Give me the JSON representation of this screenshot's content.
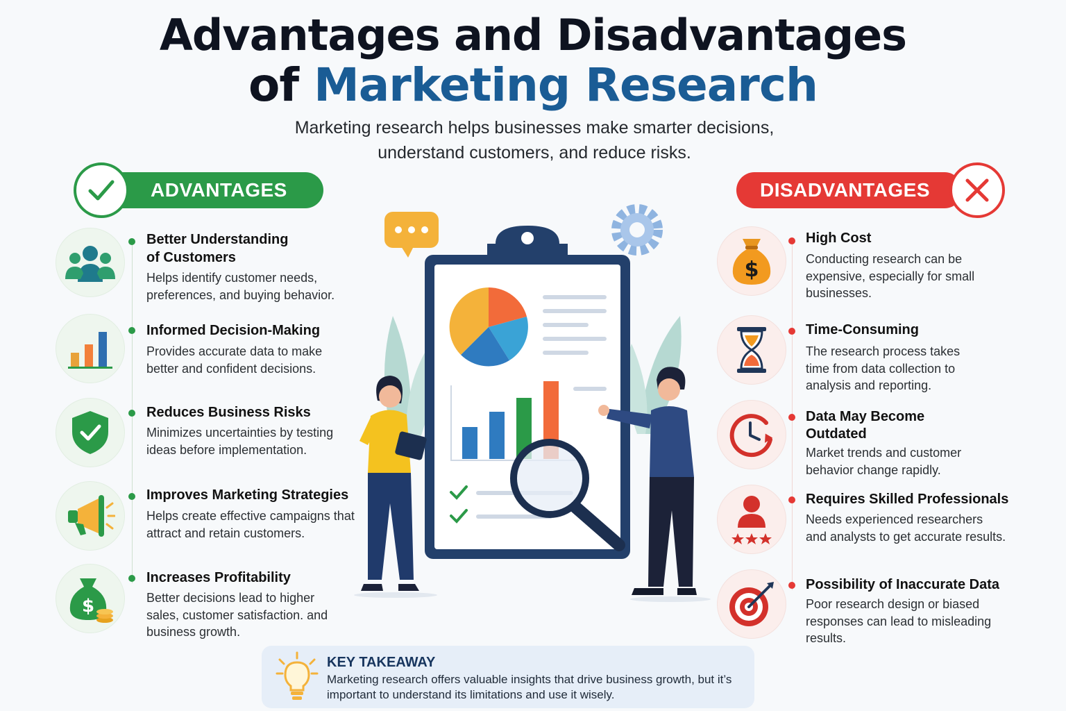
{
  "header": {
    "title_line1": "Advantages and Disadvantages",
    "title_line2_prefix": "of ",
    "title_line2_highlight": "Marketing Research",
    "subtitle_line1": "Marketing research helps businesses make smarter decisions,",
    "subtitle_line2": "understand customers, and reduce risks."
  },
  "advantages": {
    "heading": "ADVANTAGES",
    "icon": "check-icon",
    "items": [
      {
        "title": "Better Understanding",
        "title2": "of Customers",
        "text": "Helps identify customer needs, preferences, and buying behavior.",
        "icon": "customers-group-icon"
      },
      {
        "title": "Informed Decision-Making",
        "text": "Provides accurate data to make better and confident decisions.",
        "icon": "bar-chart-icon"
      },
      {
        "title": "Reduces Business Risks",
        "text": "Minimizes uncertainties by testing ideas before implementation.",
        "icon": "shield-check-icon"
      },
      {
        "title": "Improves Marketing Strategies",
        "text": "Helps create effective campaigns that attract and retain customers.",
        "icon": "megaphone-icon"
      },
      {
        "title": "Increases Profitability",
        "text": "Better decisions lead to higher sales, customer satisfaction. and business growth.",
        "icon": "money-bag-icon"
      }
    ]
  },
  "disadvantages": {
    "heading": "DISADVANTAGES",
    "icon": "cross-icon",
    "items": [
      {
        "title": "High Cost",
        "text": "Conducting research can be expensive, especially for small businesses.",
        "icon": "dollar-bag-icon"
      },
      {
        "title": "Time-Consuming",
        "text": "The research process takes time from data collection to analysis and reporting.",
        "icon": "hourglass-icon"
      },
      {
        "title": "Data May Become",
        "title2": "Outdated",
        "text": "Market trends and customer behavior change rapidly.",
        "icon": "clock-icon"
      },
      {
        "title": "Requires Skilled Professionals",
        "text": "Needs experienced researchers and analysts to get accurate results.",
        "icon": "expert-icon"
      },
      {
        "title": "Possibility of Inaccurate Data",
        "text": "Poor research design or biased responses can lead to misleading results.",
        "icon": "target-icon"
      }
    ]
  },
  "takeaway": {
    "title": "KEY TAKEAWAY",
    "text": "Marketing research offers valuable insights that drive business growth, but it’s important to understand its limitations and use it wisely.",
    "icon": "lightbulb-icon"
  },
  "colors": {
    "green": "#2b9a48",
    "red": "#e53935",
    "navy": "#1a5c95",
    "pie": [
      "#f26b3a",
      "#f4b23a",
      "#2f7bc0",
      "#3aa3d6"
    ],
    "bars": [
      "#2f7bc0",
      "#2f7bc0",
      "#2b9a48",
      "#f26b3a"
    ]
  }
}
